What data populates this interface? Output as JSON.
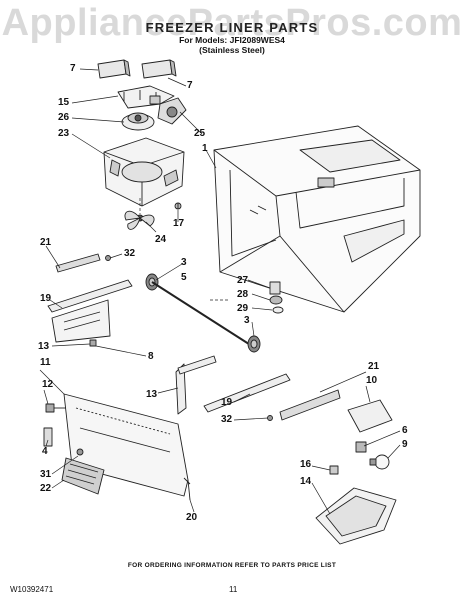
{
  "watermark": "AppliancePartsPros.com",
  "header": {
    "title": "FREEZER LINER PARTS",
    "model_line": "For Models: JFI2089WES4",
    "variant": "(Stainless Steel)"
  },
  "callouts": {
    "c7a": "7",
    "c7b": "7",
    "c15": "15",
    "c26": "26",
    "c23": "23",
    "c25": "25",
    "c1": "1",
    "c17": "17",
    "c24": "24",
    "c21a": "21",
    "c32a": "32",
    "c3a": "3",
    "c5": "5",
    "c19a": "19",
    "c27": "27",
    "c28": "28",
    "c29": "29",
    "c3b": "3",
    "c13a": "13",
    "c8": "8",
    "c11": "11",
    "c13b": "13",
    "c21b": "21",
    "c10": "10",
    "c12": "12",
    "c19b": "19",
    "c32b": "32",
    "c6": "6",
    "c9": "9",
    "c4": "4",
    "c16": "16",
    "c14": "14",
    "c31": "31",
    "c22": "22",
    "c20": "20"
  },
  "footer": {
    "note": "FOR ORDERING INFORMATION REFER TO PARTS PRICE LIST",
    "doc_number": "W10392471",
    "page": "11"
  }
}
